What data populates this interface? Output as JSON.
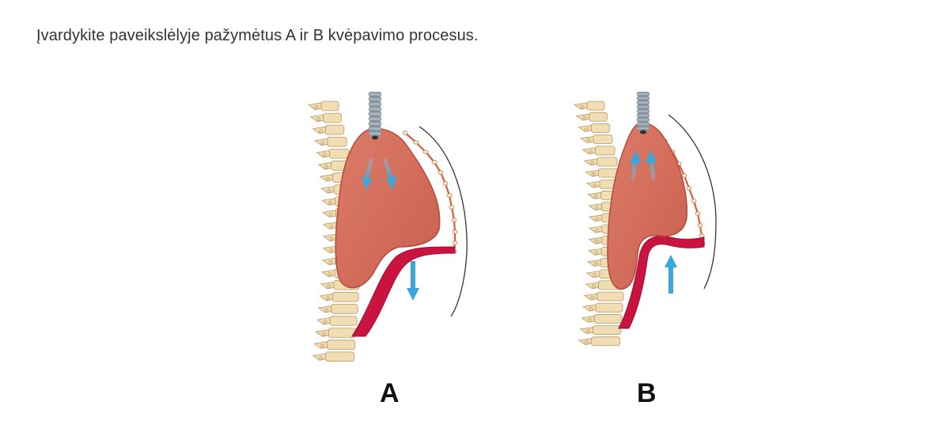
{
  "question": "Įvardykite paveikslėlyje pažymėtus A ir B kvėpavimo procesus.",
  "panels": [
    {
      "label": "A",
      "diaphragm_movement": "down",
      "air_flow": "in"
    },
    {
      "label": "B",
      "diaphragm_movement": "up",
      "air_flow": "out"
    }
  ],
  "colors": {
    "lung_fill": "#d5705e",
    "lung_stroke": "#b54a3c",
    "diaphragm": "#c8143f",
    "spine": "#f1ddb3",
    "spine_stroke": "#b99a68",
    "ribs": "#e05a3e",
    "arrow": "#3aa6dc",
    "trachea": "#a7b3bd"
  }
}
